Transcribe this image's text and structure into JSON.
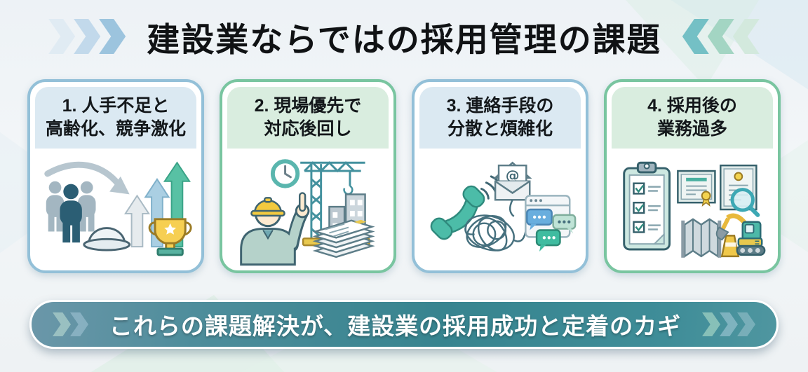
{
  "title": "建設業ならではの採用管理の課題",
  "cards": [
    {
      "title_line1": "1. 人手不足と",
      "title_line2": "高齢化、競争激化",
      "theme": "blue",
      "icons": [
        "people-group-icon",
        "decline-arrow-icon",
        "hard-hat-icon",
        "rising-arrows-icon",
        "trophy-icon"
      ]
    },
    {
      "title_line1": "2. 現場優先で",
      "title_line2": "対応後回し",
      "theme": "green",
      "icons": [
        "clock-icon",
        "tower-crane-icon",
        "worker-pointing-icon",
        "paper-stack-icon"
      ]
    },
    {
      "title_line1": "3. 連絡手段の",
      "title_line2": "分散と煩雑化",
      "theme": "blue",
      "icons": [
        "phone-handset-icon",
        "email-envelope-icon",
        "tangled-wire-icon",
        "chat-window-icon"
      ]
    },
    {
      "title_line1": "4. 採用後の",
      "title_line2": "業務過多",
      "theme": "green",
      "icons": [
        "checklist-clipboard-icon",
        "certificate-ribbon-icon",
        "license-magnifier-icon",
        "site-barrier-icon",
        "excavator-icon"
      ]
    }
  ],
  "banner": {
    "text": "これらの課題解決が、建設業の採用成功と定着のカギ"
  },
  "colors": {
    "card_border_blue": "#93c0d8",
    "card_border_green": "#79c5a0",
    "card_header_blue": "#dbe9f2",
    "card_header_green": "#d9eddf",
    "banner_teal_dark": "#37848f",
    "banner_teal_light": "#6b97a9",
    "title_text": "#101214",
    "banner_text": "#ffffff"
  }
}
